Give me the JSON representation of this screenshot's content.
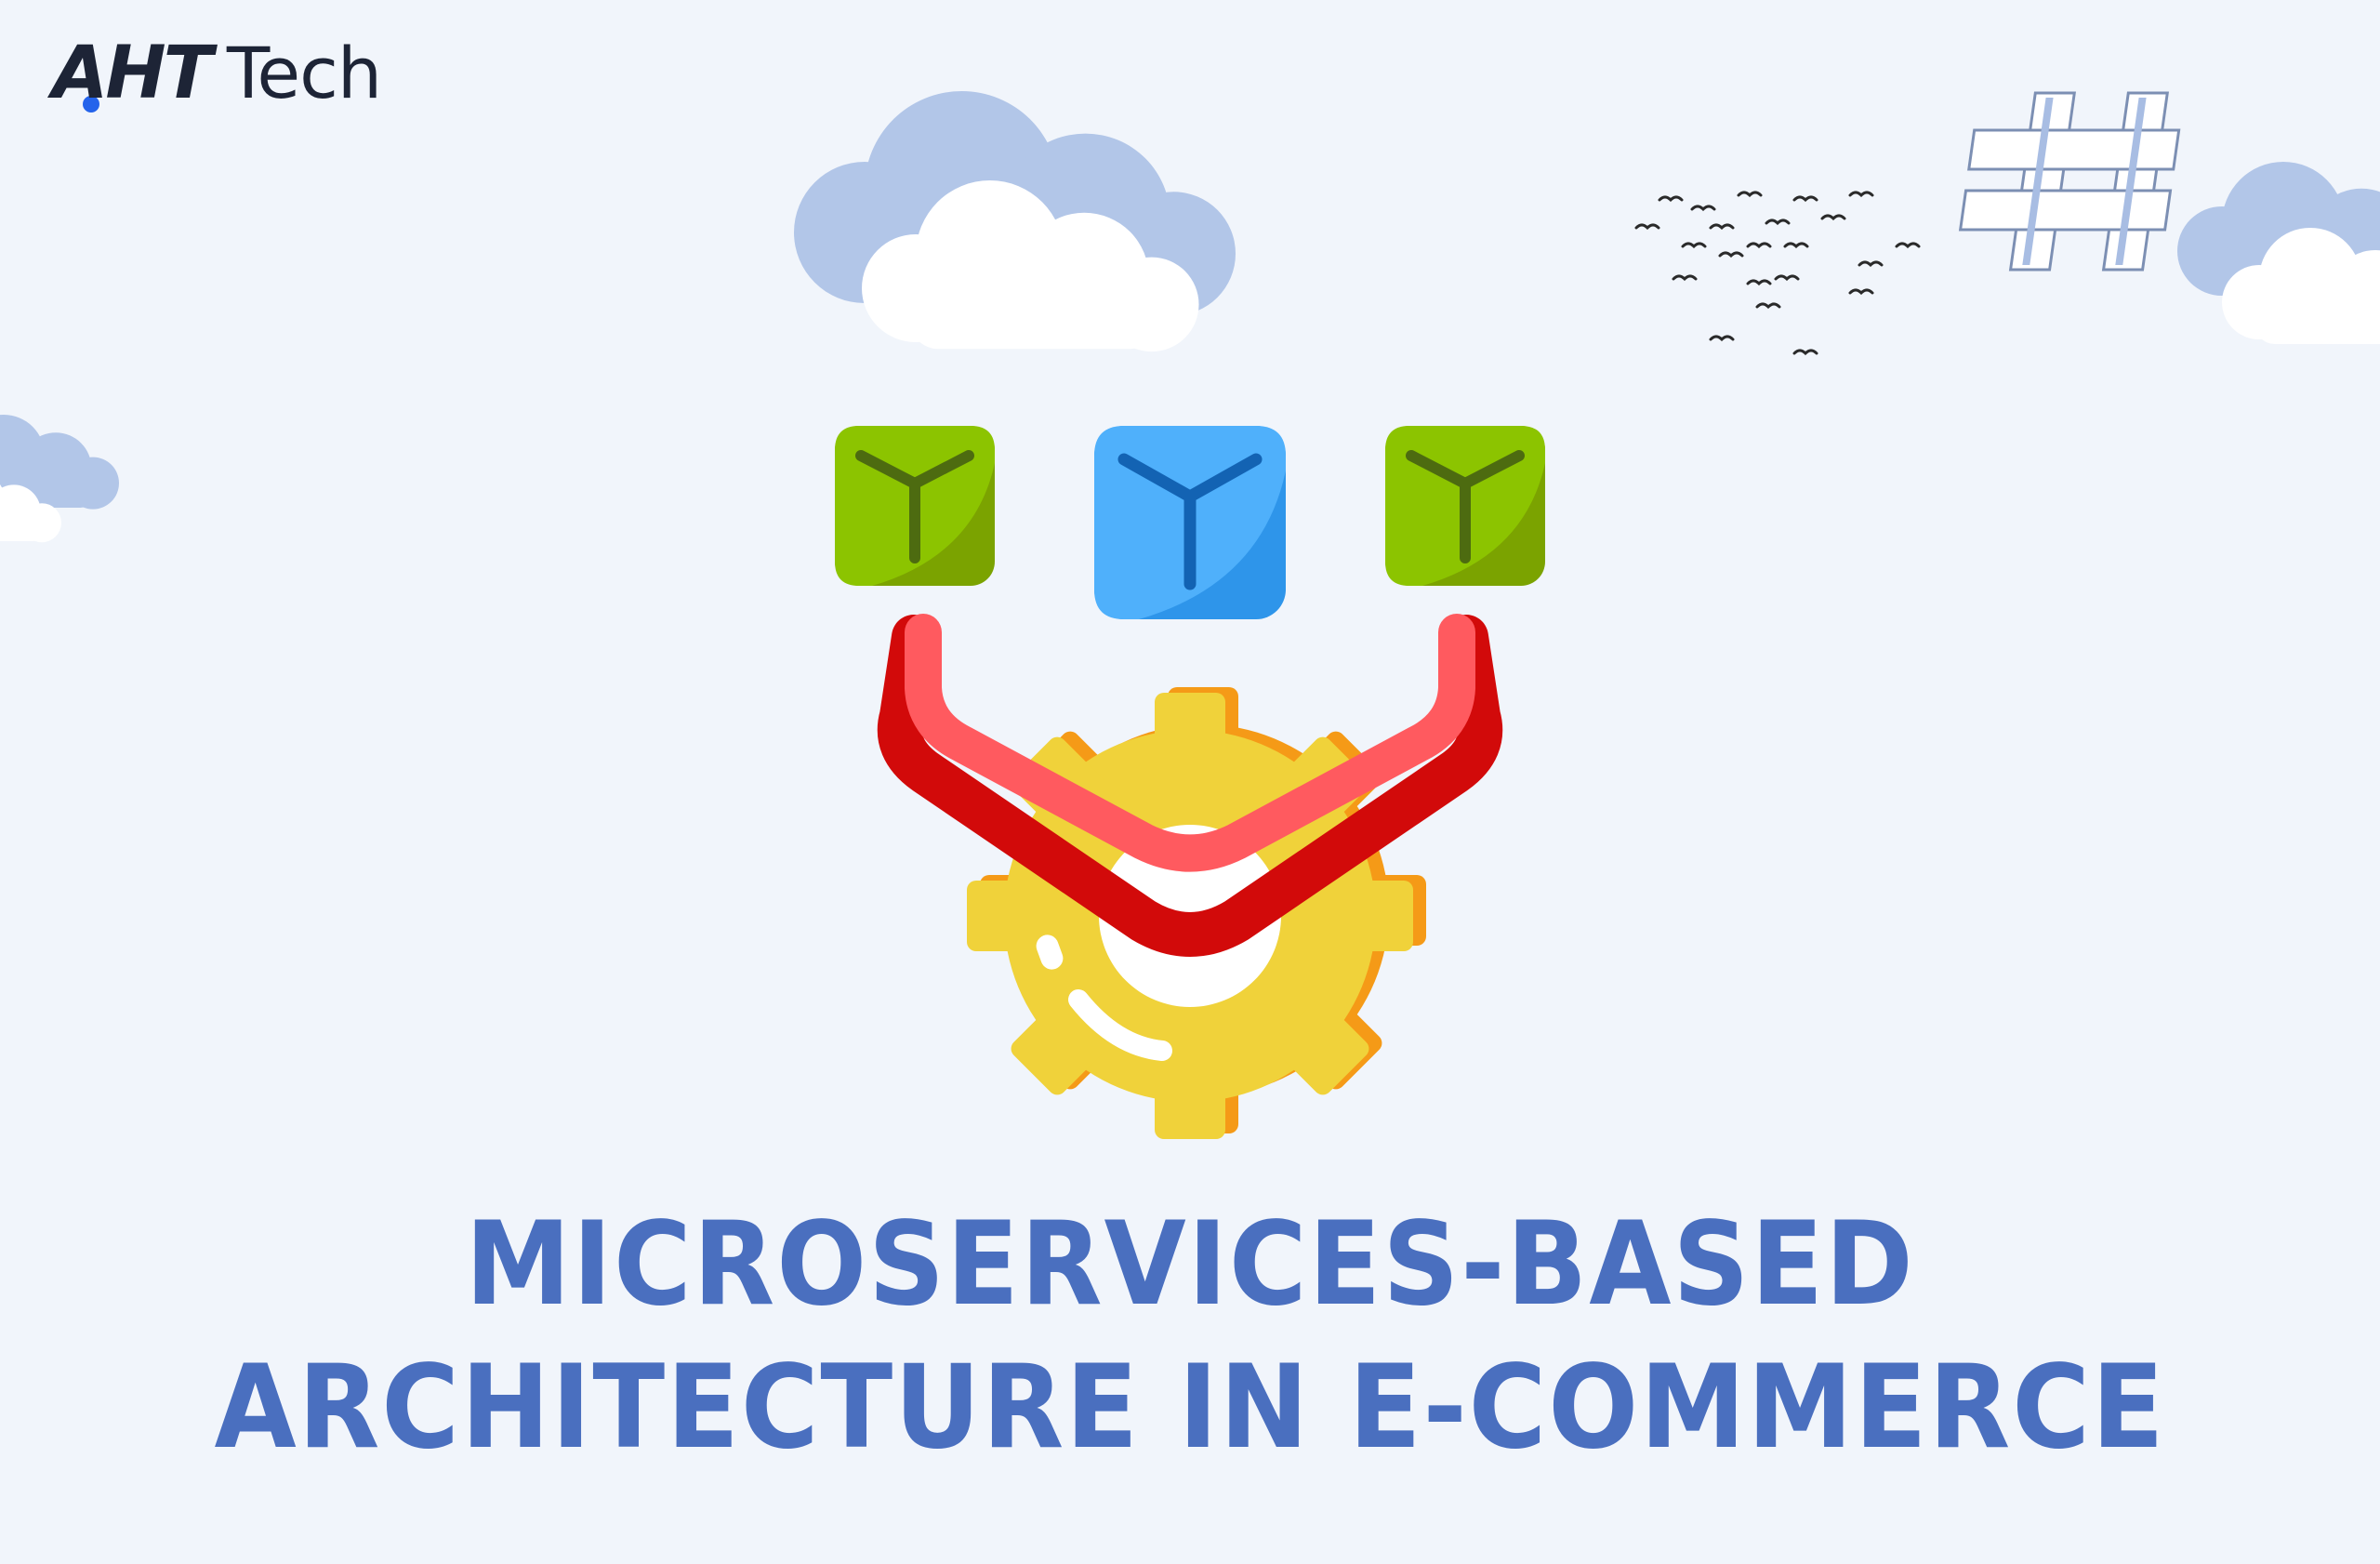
{
  "brand": {
    "mark": "AHT",
    "name": "Tech"
  },
  "headline": {
    "line1": "MICROSERVICES-BASED",
    "line2": "ARCHITECTURE IN E-COMMERCE"
  },
  "colors": {
    "background": "#f1f5fb",
    "title": "#4a6fbf",
    "cube_green": "#8cc400",
    "cube_blue": "#4fb0fb",
    "connector_red": "#ff5a5f",
    "gear_yellow": "#f0d23a",
    "cloud_blue": "#b2c6e8"
  },
  "icons": [
    "cloud-icon",
    "hashtag-icon",
    "birds-flock",
    "cube-icon",
    "gear-icon",
    "connector-icon"
  ]
}
